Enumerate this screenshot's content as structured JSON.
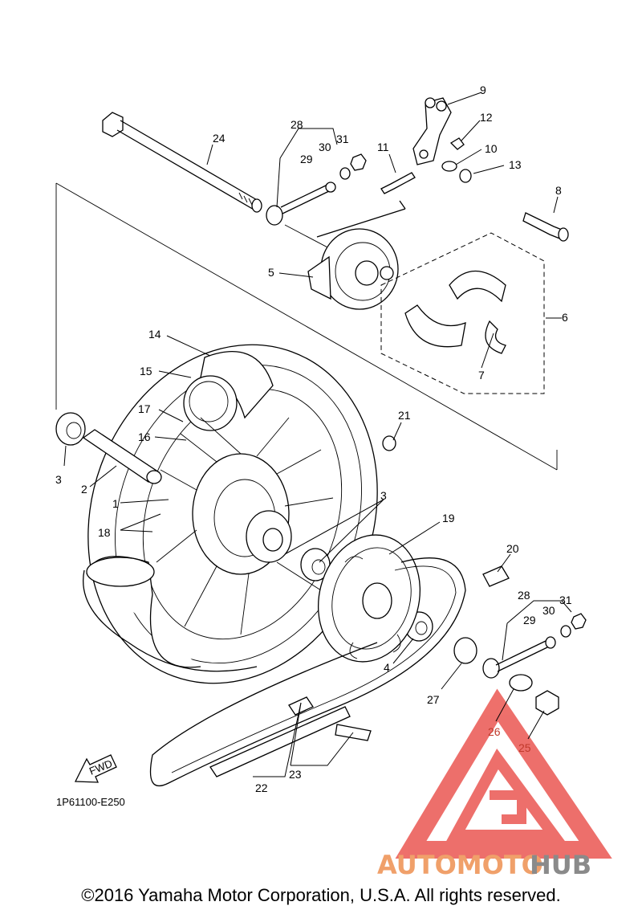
{
  "diagram_code": "1P61100-E250",
  "fwd_label": "FWD",
  "copyright": "©2016 Yamaha Motor Corporation, U.S.A. All rights reserved.",
  "watermark": {
    "word_a": "AUTOMOTO",
    "word_b": "HUB",
    "color_a": "#f0a06a",
    "color_b": "#8a8a8a",
    "triangle_color": "#e8403a"
  },
  "callouts": [
    "1",
    "2",
    "3",
    "3",
    "4",
    "5",
    "6",
    "7",
    "8",
    "9",
    "10",
    "11",
    "12",
    "13",
    "14",
    "15",
    "16",
    "17",
    "18",
    "19",
    "20",
    "21",
    "22",
    "23",
    "24",
    "25",
    "26",
    "27",
    "28",
    "29",
    "30",
    "31",
    "28",
    "29",
    "30",
    "31"
  ]
}
